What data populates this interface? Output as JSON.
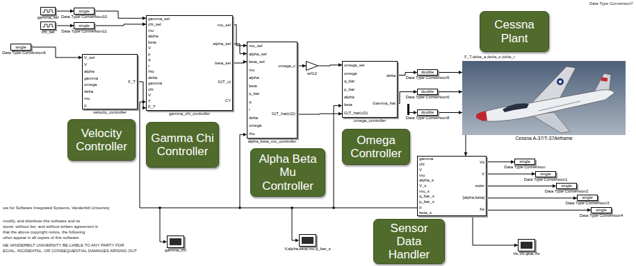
{
  "diagram": {
    "nodes": [
      {
        "text": [
          "gamma_sel"
        ]
      },
      {
        "text": [
          "single",
          "Data Type Conversion10"
        ]
      },
      {
        "text": [
          "chi_sel"
        ]
      },
      {
        "text": [
          "single",
          "Data Type Conversion11"
        ]
      },
      {
        "text": [
          "single",
          "Data Type Conversion9"
        ]
      },
      {
        "text": [
          "V_sel",
          "V",
          "alpha",
          "gamma",
          "omega",
          "delta",
          "mu",
          "p",
          "F_T",
          "velocity_controller"
        ]
      },
      {
        "text": [
          "gamma_sel",
          "chi_sel",
          "mu",
          "alpha",
          "beta",
          "V",
          "p",
          "q",
          "r",
          "rho",
          "delta",
          "gamma",
          "chi",
          "V",
          "T",
          "F_T",
          "mu_sel",
          "alpha_sel",
          "beta_sel",
          "G(T_v)",
          "CY",
          "gamma_chi_controller"
        ]
      },
      {
        "text": [
          "mu_sel",
          "alpha_sel",
          "beta_sel",
          "mu",
          "alpha",
          "beta",
          "p_bar",
          "q",
          "r",
          "delta",
          "omega",
          "rho",
          "omega_c",
          "G(T_hat(x2))",
          "alpha_beta_mu_controller"
        ]
      },
      {
        "text": [
          "w/G2"
        ]
      },
      {
        "text": [
          "omega_sel",
          "omega",
          "q_bar",
          "p_bar",
          "alpha",
          "beta",
          "G(T_hat(x2))",
          "delta",
          "Gamma_hat",
          "omega_controller"
        ]
      },
      {
        "text": [
          "double",
          "Data Type Conversion5"
        ]
      },
      {
        "text": [
          "double",
          "Data Type Conversion6"
        ]
      },
      {
        "text": [
          "double",
          "Data Type Conversion8"
        ]
      },
      {
        "text": [
          "Cessna A-37/T-37Airframe"
        ]
      },
      {
        "text": [
          "gamma",
          "chi",
          "V",
          "mu",
          "alpha_s",
          "V_s",
          "mu_s",
          "q_bar_s",
          "p_bar_s",
          "p",
          "beta_s",
          "Vs",
          "V",
          "euler",
          "[alpha,beta]",
          "Xe"
        ]
      },
      {
        "text": [
          "gamma_chi"
        ]
      },
      {
        "text": [
          "V,alpha,beta,mu,q_bar_s"
        ]
      },
      {
        "text": [
          "Ve,Vb,qbar,Xe"
        ]
      },
      {
        "text": [
          "single",
          "Data Type Conversion"
        ]
      },
      {
        "text": [
          "single",
          "Data Type Conversion1"
        ]
      },
      {
        "text": [
          "single",
          "Data Type Conversion2"
        ]
      },
      {
        "text": [
          "single",
          "Data Type Conversion3"
        ]
      },
      {
        "text": [
          "single",
          "Data Type Conversion4"
        ]
      },
      {
        "text": [
          "Velocity Controller"
        ]
      },
      {
        "text": [
          "Gamma Chi Controller"
        ]
      },
      {
        "text": [
          "Alpha Beta Mu Controller"
        ]
      },
      {
        "text": [
          "Omega Controller"
        ]
      },
      {
        "text": [
          "Cessna Plant"
        ]
      },
      {
        "text": [
          "Sensor Data Handler"
        ]
      }
    ],
    "edges": [
      {
        "from": 0,
        "to": 1,
        "arrow": "to"
      },
      {
        "from": 2,
        "to": 3,
        "arrow": "to"
      },
      {
        "from": 1,
        "to": 6,
        "arrow": "to"
      },
      {
        "from": 3,
        "to": 6,
        "arrow": "to"
      },
      {
        "from": 4,
        "to": 5,
        "arrow": "to"
      },
      {
        "from": 5,
        "to": 6,
        "arrow": "to"
      },
      {
        "from": 6,
        "to": 7,
        "arrow": "to"
      },
      {
        "from": 6,
        "to": 7,
        "arrow": "to"
      },
      {
        "from": 6,
        "to": 7,
        "arrow": "to"
      },
      {
        "from": 7,
        "to": 8,
        "arrow": "to"
      },
      {
        "from": 8,
        "to": 9,
        "arrow": "to"
      },
      {
        "from": 7,
        "to": 9,
        "arrow": "to"
      },
      {
        "from": 9,
        "to": 10,
        "arrow": "to"
      },
      {
        "from": 9,
        "to": 11,
        "arrow": "to"
      },
      {
        "from": 10,
        "to": 13,
        "arrow": "to"
      },
      {
        "from": 11,
        "to": 13,
        "arrow": "to"
      },
      {
        "from": 12,
        "to": 13,
        "arrow": "to"
      },
      {
        "from": 13,
        "to": 14,
        "arrow": "to"
      },
      {
        "from": 14,
        "to": 18,
        "arrow": "to"
      },
      {
        "from": 14,
        "to": 19,
        "arrow": "to"
      },
      {
        "from": 14,
        "to": 20,
        "arrow": "to"
      },
      {
        "from": 14,
        "to": 21,
        "arrow": "to"
      },
      {
        "from": 14,
        "to": 22,
        "arrow": "to"
      },
      {
        "from": 14,
        "to": 17,
        "arrow": "to"
      }
    ],
    "labels": [
      "ute for Software Integrated Systems, Vanderbilt University",
      "modify, and distribute this software and its",
      "rpose, without fee, and without written agreement is",
      "that the above copyright notice, the following",
      "uthor appear in all copies of this software.",
      "HE VANDERBILT UNIVERSITY BE LIABLE TO ANY PARTY FOR",
      "ECIAL, INCIDENTAL, OR CONSEQUENTIAL DAMAGES ARISING OUT",
      "Data Type Conversion7",
      "F_T,delta_a,delta_e,delta_r"
    ]
  }
}
